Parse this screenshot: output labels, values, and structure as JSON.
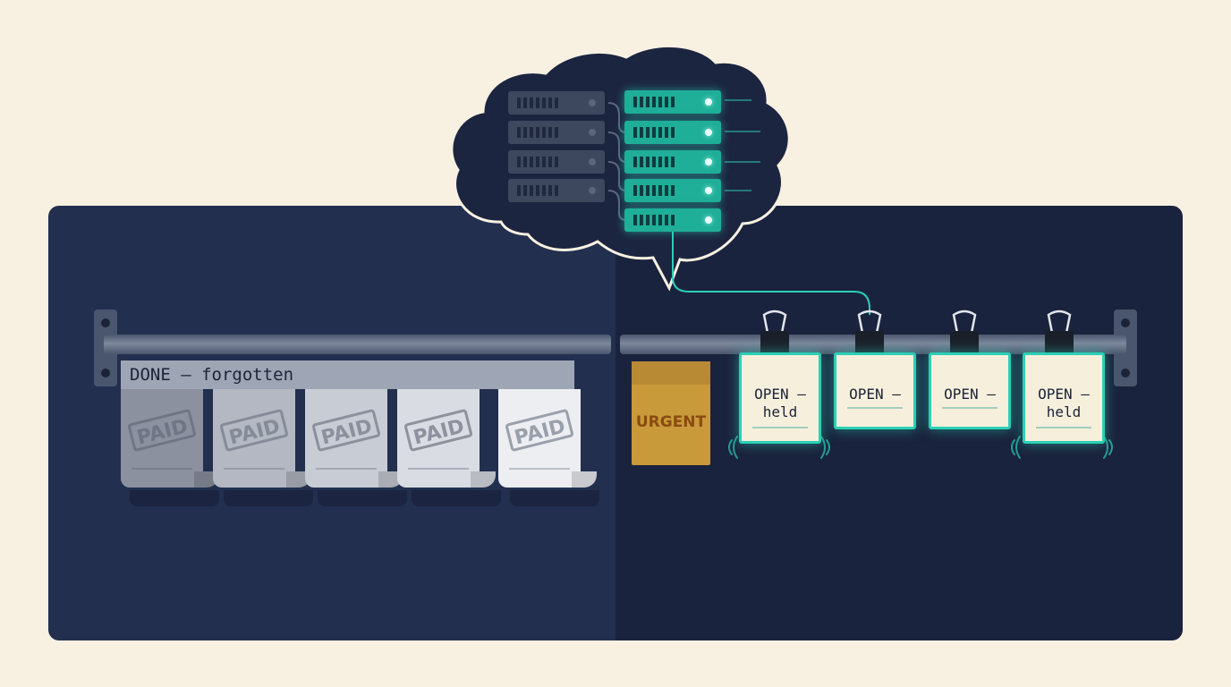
{
  "done_label": "DONE — forgotten",
  "paid_receipts": [
    "PAID",
    "PAID",
    "PAID",
    "PAID",
    "PAID"
  ],
  "urgent_label": "URGENT",
  "open_tickets": [
    {
      "line1": "OPEN —",
      "line2": "held"
    },
    {
      "line1": "OPEN —",
      "line2": ""
    },
    {
      "line1": "OPEN —",
      "line2": ""
    },
    {
      "line1": "OPEN —",
      "line2": "held"
    }
  ],
  "colors": {
    "background": "#f8f1e1",
    "panel_left": "#222f4f",
    "panel_right": "#1a233d",
    "accent_teal": "#2ad0b5",
    "urgent_amber": "#c99a3a",
    "ticket_paper": "#f6efdc"
  },
  "servers": {
    "dim_count": 4,
    "live_count": 5
  }
}
